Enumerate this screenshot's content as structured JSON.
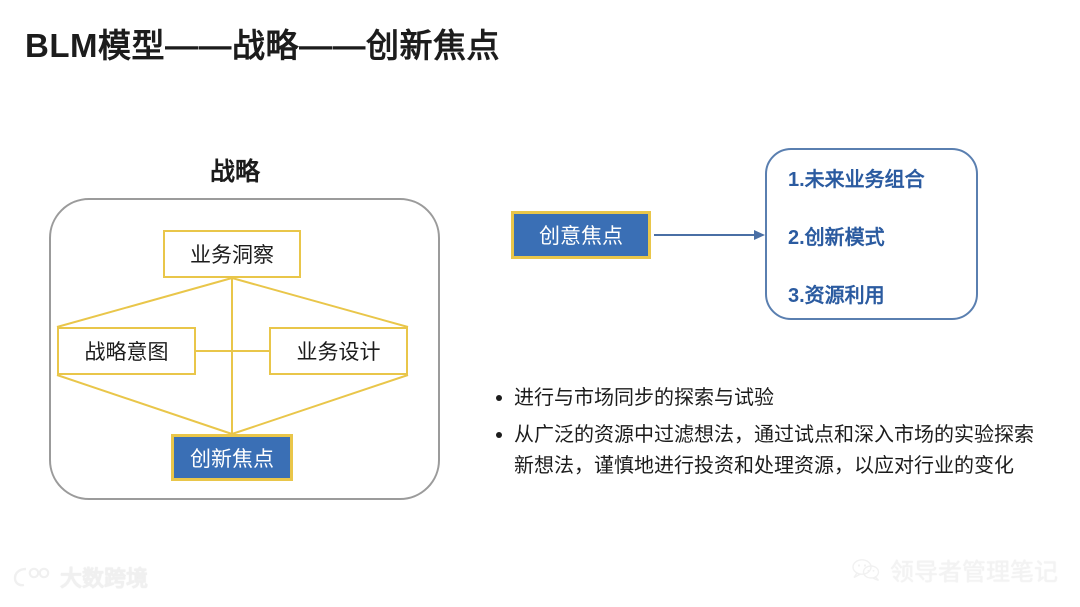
{
  "slide": {
    "title": "BLM模型——战略——创新焦点",
    "background_color": "#ffffff"
  },
  "left_panel": {
    "heading": "战略",
    "container_border_color": "#9b9b9b",
    "boxes": [
      {
        "id": "insight",
        "label": "业务洞察"
      },
      {
        "id": "intent",
        "label": "战略意图"
      },
      {
        "id": "design",
        "label": "业务设计"
      },
      {
        "id": "innovation_focus",
        "label": "创新焦点"
      }
    ],
    "box_border_color": "#e9c64a",
    "highlight_fill_color": "#3a6fb5",
    "connector_color": "#e9c64a"
  },
  "right_panel": {
    "focus_box_label": "创意焦点",
    "arrow_color": "#4a6fa5",
    "outcome_border_color": "#5a7fb0",
    "outcome_text_color": "#2b5ba0",
    "outcomes": [
      "1.未来业务组合",
      "2.创新模式",
      "3.资源利用"
    ]
  },
  "bullets": [
    "进行与市场同步的探索与试验",
    "从广泛的资源中过滤想法，通过试点和深入市场的实验探索新想法，谨慎地进行投资和处理资源，以应对行业的变化"
  ],
  "watermarks": {
    "wechat_account": "领导者管理笔记",
    "brand_logo": "大数跨境"
  }
}
